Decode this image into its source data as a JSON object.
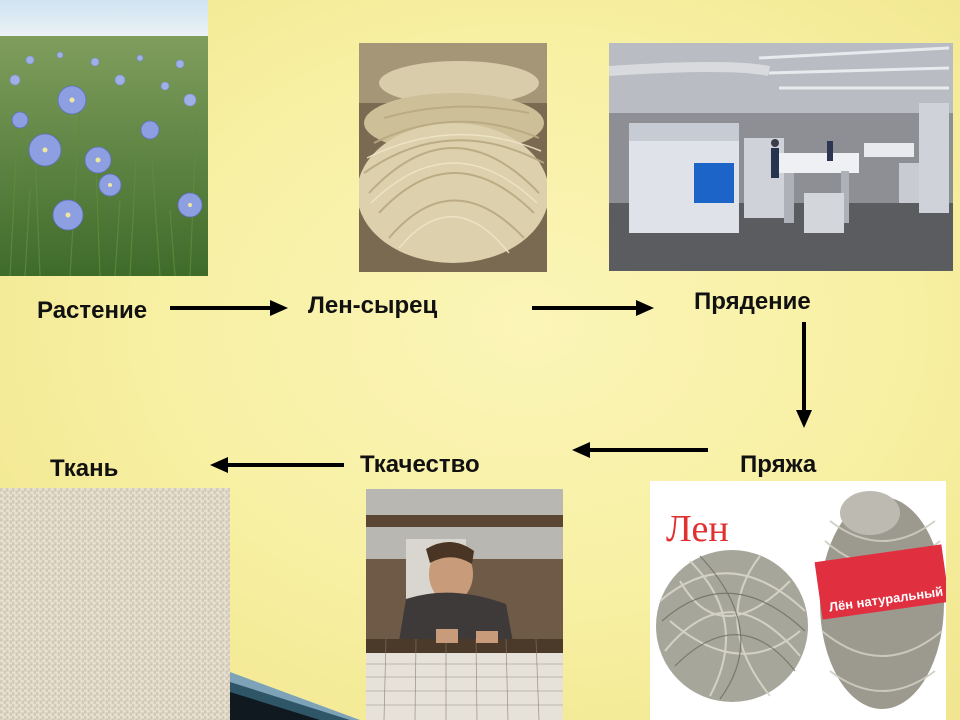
{
  "diagram": {
    "steps": {
      "plant": "Растение",
      "raw_flax": "Лен-сырец",
      "spinning": "Прядение",
      "yarn": "Пряжа",
      "weaving": "Ткачество",
      "fabric": "Ткань"
    },
    "yarn_photo": {
      "caption": "Лен",
      "label_text": "Лён натуральный",
      "label_color": "#e03040"
    }
  }
}
